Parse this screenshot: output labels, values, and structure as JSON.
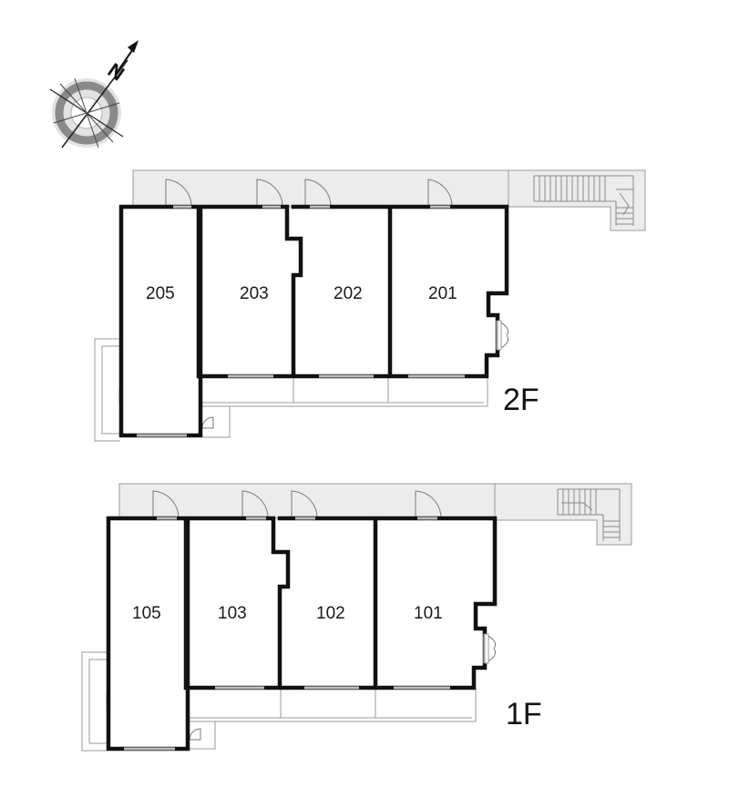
{
  "compass": {
    "letter": "N",
    "icon": "compass-icon"
  },
  "floors": [
    {
      "key": "f2",
      "label": "2F",
      "rooms": [
        "205",
        "203",
        "202",
        "201"
      ]
    },
    {
      "key": "f1",
      "label": "1F",
      "rooms": [
        "105",
        "103",
        "102",
        "101"
      ]
    }
  ],
  "colors": {
    "wall": "#111111",
    "corridor": "#ececec",
    "outline": "#9a9a9a"
  }
}
